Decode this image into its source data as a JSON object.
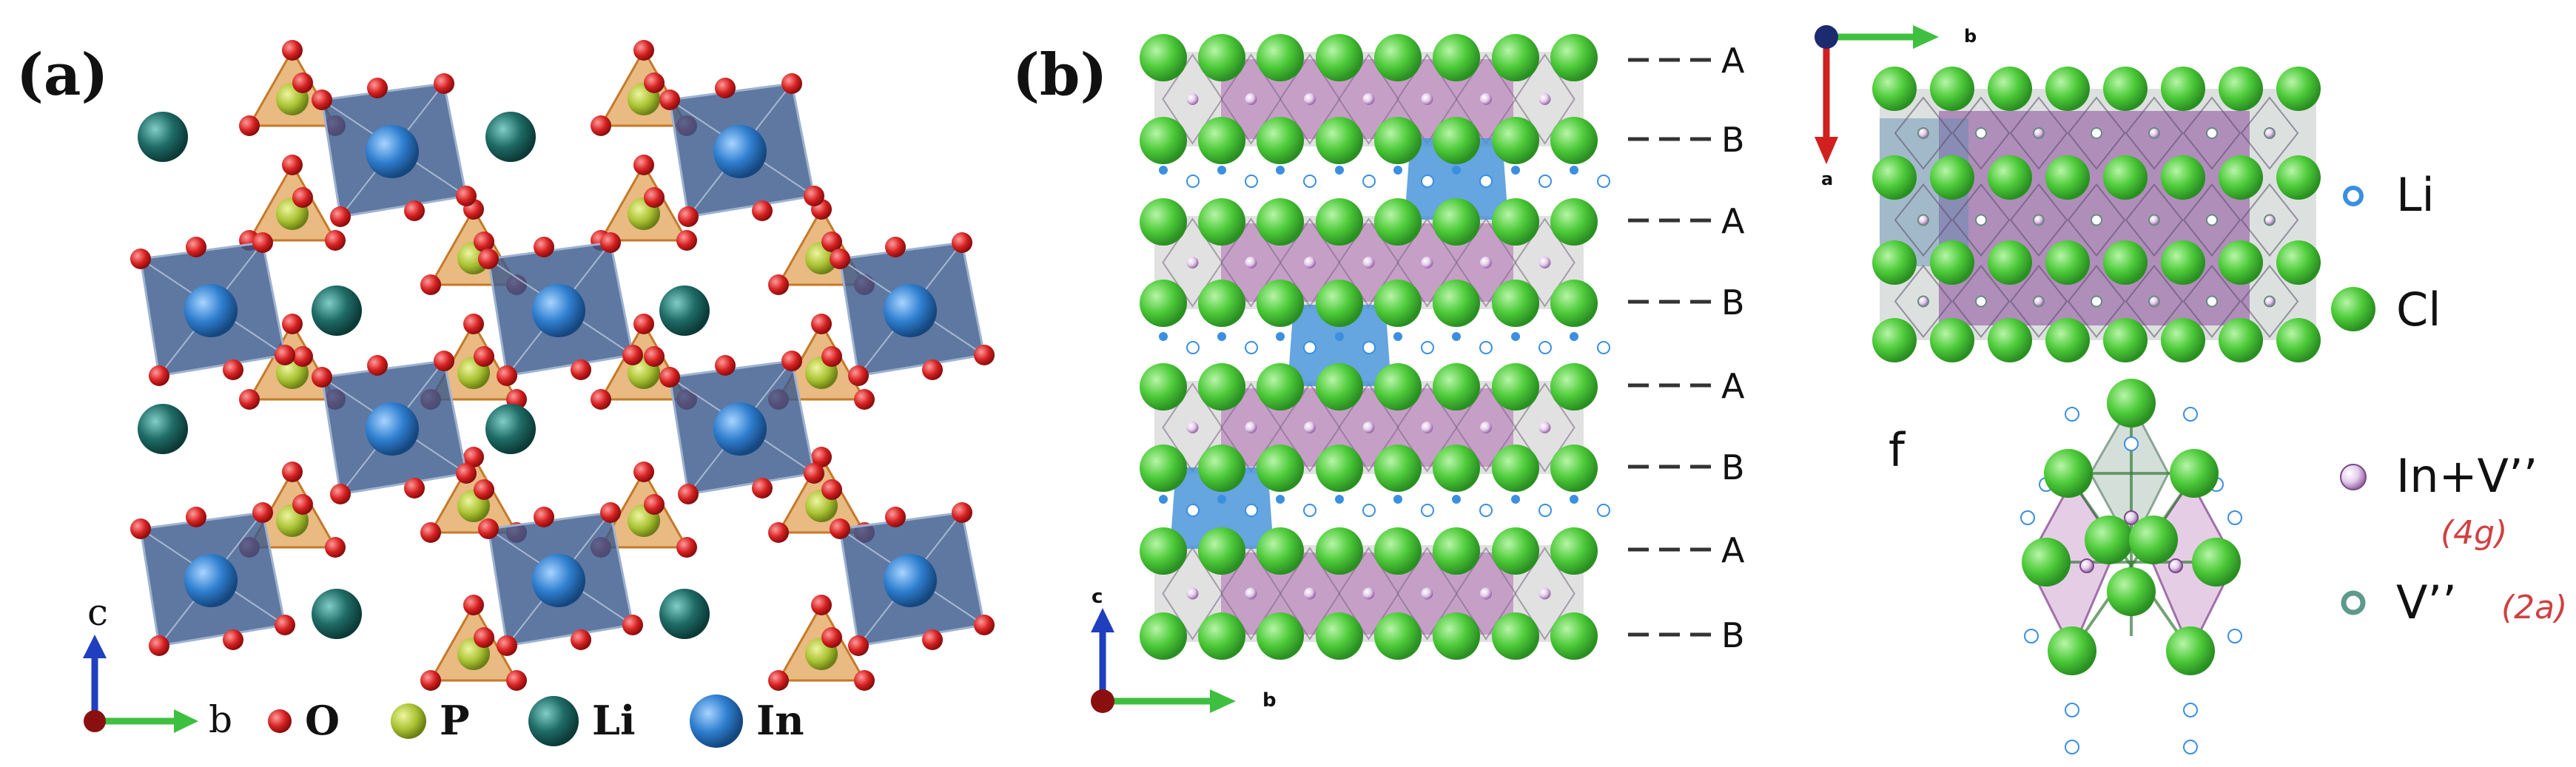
{
  "panel_a": {
    "label": "(a)",
    "axes": {
      "vertical": "c",
      "horizontal": "b"
    },
    "legend": [
      {
        "label": "O",
        "color": "#d62020"
      },
      {
        "label": "P",
        "color": "#a9c232"
      },
      {
        "label": "Li",
        "color": "#1f6b66"
      },
      {
        "label": "In",
        "color": "#2f7fd0"
      }
    ]
  },
  "panel_b": {
    "label": "(b)",
    "axes_side": {
      "vertical": "c",
      "horizontal": "b"
    },
    "axes_top": {
      "vertical": "a",
      "horizontal": "b"
    },
    "layers": [
      "A",
      "B",
      "A",
      "B",
      "A",
      "B",
      "A",
      "B"
    ],
    "inset_label": "f",
    "legend": [
      {
        "label": "Li",
        "sublabel": "",
        "color": "#3b8fe0"
      },
      {
        "label": "Cl",
        "sublabel": "",
        "color": "#4ecb3a"
      },
      {
        "label": "In+V’’",
        "sublabel": "(4g)",
        "color": "#c49ad6"
      },
      {
        "label": "V’’",
        "sublabel": "(2a)",
        "color": "#5e9a8a"
      }
    ]
  },
  "colors": {
    "cl": "#4ecb3a",
    "li_small": "#3b8fe0",
    "in_poly": "#3a5a8c",
    "p_poly": "#e0a050",
    "oxygen": "#d62020",
    "magenta_oct": "#b06ab3",
    "blue_oct": "#3f8fd8",
    "axis_green": "#3fbf3f",
    "axis_blue": "#1f3fbf",
    "axis_red": "#d02020",
    "sublabel_red": "#d04040"
  }
}
